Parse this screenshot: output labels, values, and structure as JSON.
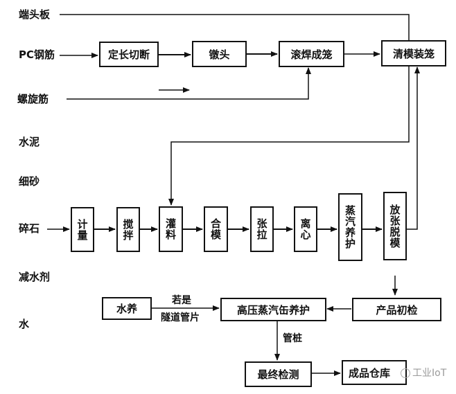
{
  "inputs": {
    "end_plate": "端头板",
    "pc_steel": "PC钢筋",
    "spiral_bar": "螺旋筋",
    "cement": "水泥",
    "fine_sand": "细砂",
    "gravel": "碎石",
    "water_reducer": "减水剂",
    "water": "水"
  },
  "steps": {
    "cut_to_length": "定长切断",
    "heading": "镦头",
    "roll_weld_cage": "滚焊成笼",
    "clean_mold_load_cage": "清模装笼",
    "metering": "计量",
    "mixing": "搅拌",
    "pouring": "灌料",
    "mold_closing": "合模",
    "tensioning": "张拉",
    "centrifuging": "离心",
    "steam_curing": "蒸汽养护",
    "release_demold": "放张脱模",
    "water_curing": "水养",
    "autoclave_curing": "高压蒸汽缶养护",
    "initial_inspection": "产品初检",
    "final_inspection": "最终检测",
    "finished_warehouse": "成品仓库"
  },
  "annotations": {
    "if_tunnel_segment_line1": "若是",
    "if_tunnel_segment_line2": "隧道管片",
    "pipe_pile": "管桩"
  },
  "watermark": "工业IoT"
}
